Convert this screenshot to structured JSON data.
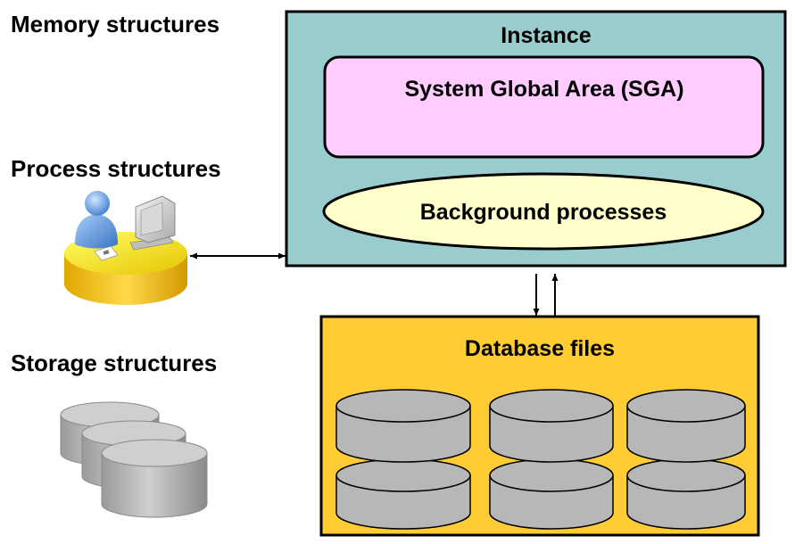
{
  "labels": {
    "memory": "Memory structures",
    "process": "Process structures",
    "storage": "Storage structures"
  },
  "instance": {
    "title": "Instance",
    "sga": "System Global Area (SGA)",
    "background": "Background processes"
  },
  "database": {
    "title": "Database files"
  },
  "colors": {
    "instance_fill": "#99cccc",
    "sga_fill": "#ffccff",
    "background_fill": "#ffffcc",
    "database_fill": "#ffcc33",
    "cylinder_fill": "#b7b7b7",
    "cylinder_dark": "#8f8f8f"
  },
  "icons": {
    "process_icon": "user-at-computer-desk-icon",
    "storage_icon": "stacked-disks-icon"
  }
}
